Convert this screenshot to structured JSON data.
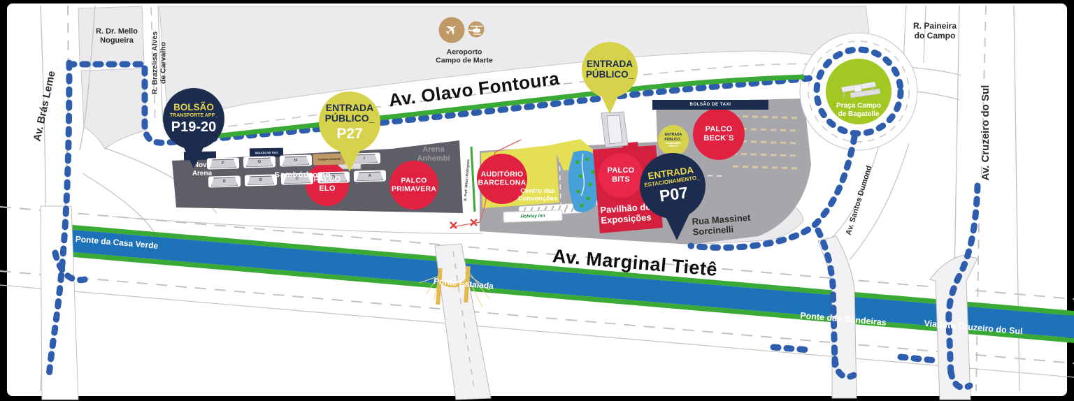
{
  "colors": {
    "navy": "#1c2c4f",
    "pin_yellow": "#d6d24b",
    "stage_red": "#e02140",
    "green": "#3aa935",
    "river_blue": "#1e72b7",
    "route_blue": "#2e5dae",
    "tan": "#bf9a66",
    "praca_green": "#a3c723"
  },
  "streets": {
    "bras_leme": "Av. Brás Leme",
    "mello_nogueira": "R. Dr. Mello\nNogueira",
    "brazelisa": "R. Brazelisa Alves\nde Carvalho",
    "olavo_fontoura": "Av. Olavo Fontoura",
    "paineira": "R. Paineira\ndo Campo",
    "cruzeiro_sul": "Av. Cruzeiro do Sul",
    "santos_dumond": "Av. Santos Dumond",
    "milton_rodrigues": "R. Prof. Milton Rodrigues",
    "massinet": "Rua Massinet\nSorcinelli",
    "marginal_tiete": "Av. Marginal Tietê",
    "ponte_casa_verde": "Ponte da Casa Verde",
    "ponte_estaiada": "Ponte Estaiada",
    "ponte_bandeiras": "Ponte das Bandeiras",
    "viaduto_cruzeiro": "Viaduto Cruzeiro do Sul"
  },
  "places": {
    "aeroporto": "Aeroporto\nCampo de Marte",
    "praca_bagatelle": "Praça Campo\nde Bagatelle",
    "nova_arena": "Nova\nArena",
    "sambodromo": "Sambódromo",
    "arena_anhembi": "Arena\nAnhembi",
    "centro_convencoes": "Centro das\nConvenções",
    "pavilhao": "Pavilhão de\nExposições",
    "garagem_anhembi": "Garagem Anhembi",
    "bolsao_taxi": "BOLSÃO DE TAXI",
    "holiday_inn": "Holiday Inn"
  },
  "stages": {
    "palco_elo": "PALCO\nELO",
    "palco_primavera": "PALCO\nPRIMAVERA",
    "palco_becks": "PALCO\nBECK´S",
    "palco_bits": "PALCO\nBITS",
    "auditorio_barcelona": "AUDITÓRIO\nBARCELONA"
  },
  "pins": {
    "bolsao_app": {
      "title": "BOLSÃO",
      "subtitle": "TRANSPORTE APP_",
      "code": "P19-20"
    },
    "entrada_p27": {
      "title": "ENTRADA\nPÚBLICO_",
      "code": "P27"
    },
    "entrada_publico": {
      "title": "ENTRADA\nPÚBLICO_"
    },
    "entrada_mini": {
      "title": "ENTRADA\nPÚBLICO_",
      "subtitle": "ESTACIONA\nMENTO"
    },
    "entrada_p07": {
      "title": "ENTRADA",
      "subtitle": "ESTACIONAMENTO_",
      "code": "P07"
    }
  },
  "sectors": {
    "top": [
      "F",
      "G",
      "H",
      "I"
    ],
    "bottom": [
      "E",
      "D",
      "C",
      "B",
      "A"
    ]
  }
}
